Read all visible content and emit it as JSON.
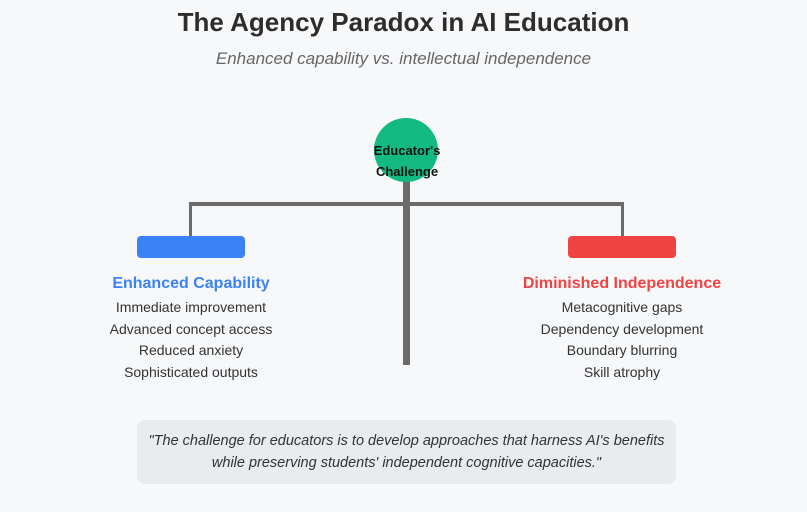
{
  "title": "The Agency Paradox in AI Education",
  "subtitle": "Enhanced capability vs. intellectual independence",
  "center": {
    "label_line1": "Educator's",
    "label_line2": "Challenge"
  },
  "left": {
    "heading": "Enhanced Capability",
    "items": [
      "Immediate improvement",
      "Advanced concept access",
      "Reduced anxiety",
      "Sophisticated outputs"
    ]
  },
  "right": {
    "heading": "Diminished Independence",
    "items": [
      "Metacognitive gaps",
      "Dependency development",
      "Boundary blurring",
      "Skill atrophy"
    ]
  },
  "quote": {
    "line1": "\"The challenge for educators is to develop approaches that harness AI's benefits",
    "line2": "while preserving students' independent cognitive capacities.\""
  },
  "colors": {
    "center_circle": "#12b981",
    "left_accent": "#3b82f6",
    "right_accent": "#ef4444",
    "beam": "#6b6b6b"
  }
}
